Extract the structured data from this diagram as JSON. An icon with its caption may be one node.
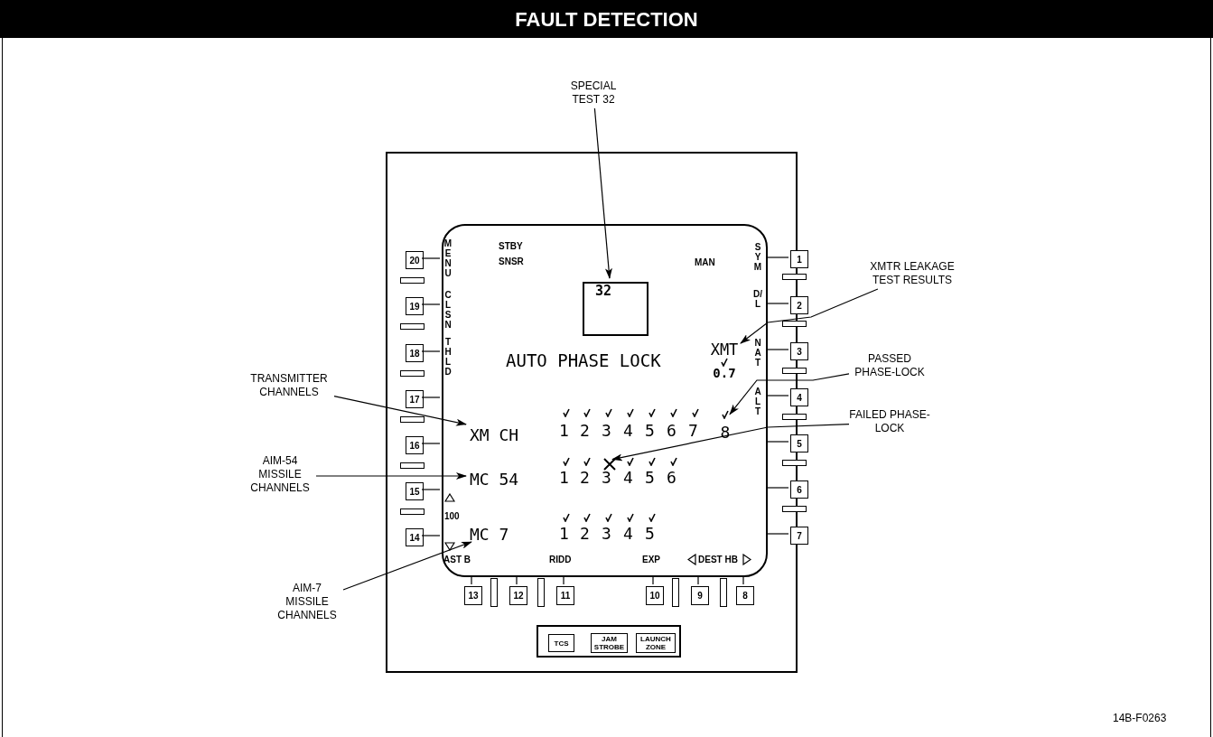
{
  "diagram": {
    "title": "FAULT DETECTION",
    "nodes": [
      {
        "text": [],
        "shape": "box"
      },
      {
        "text": [],
        "shape": "box",
        "in": 0
      },
      {
        "text": [
          "32"
        ],
        "in": 1
      },
      {
        "text": [
          "XMT",
          "0.7"
        ],
        "in": 1
      },
      {
        "text": [
          "XM CH"
        ],
        "in": 1
      },
      {
        "text": [
          "8"
        ],
        "in": 1
      },
      {
        "text": [],
        "shape": "cross",
        "in": 1
      },
      {
        "text": [
          "MC 54"
        ],
        "in": 1
      },
      {
        "text": [
          "MC 7"
        ],
        "in": 1
      },
      {
        "text": [
          "1"
        ],
        "in": 0
      },
      {
        "text": [
          "2"
        ],
        "in": 0
      },
      {
        "text": [
          "3"
        ],
        "in": 0
      },
      {
        "text": [
          "4"
        ],
        "in": 0
      },
      {
        "text": [
          "5"
        ],
        "in": 0
      },
      {
        "text": [
          "6"
        ],
        "in": 0
      },
      {
        "text": [
          "7"
        ],
        "in": 0
      },
      {
        "text": [
          "8"
        ],
        "in": 0
      },
      {
        "text": [
          "9"
        ],
        "in": 0
      },
      {
        "text": [
          "10"
        ],
        "in": 0
      },
      {
        "text": [
          "11"
        ],
        "in": 0
      },
      {
        "text": [
          "12"
        ],
        "in": 0
      },
      {
        "text": [
          "13"
        ],
        "in": 0
      },
      {
        "text": [
          "14"
        ],
        "in": 0
      },
      {
        "text": [
          "15"
        ],
        "in": 0
      },
      {
        "text": [
          "16"
        ],
        "in": 0
      },
      {
        "text": [
          "17"
        ],
        "in": 0
      },
      {
        "text": [
          "18"
        ],
        "in": 0
      },
      {
        "text": [
          "19"
        ],
        "in": 0
      },
      {
        "text": [
          "20"
        ],
        "in": 0
      },
      {
        "text": [],
        "shape": "box",
        "in": 0
      },
      {
        "text": [
          "TCS"
        ],
        "in": 29
      },
      {
        "text": [
          "JAM STROBE"
        ],
        "in": 29
      },
      {
        "text": [
          "LAUNCH ZONE"
        ],
        "in": 29
      },
      {
        "text": [
          "SPECIAL TEST 32"
        ]
      },
      {
        "text": [
          "XMTR LEAKAGE TEST RESULTS"
        ]
      },
      {
        "text": [
          "PASSED PHASE-LOCK"
        ]
      },
      {
        "text": [
          "FAILED PHASE-LOCK"
        ]
      },
      {
        "text": [
          "TRANSMITTER CHANNELS"
        ]
      },
      {
        "text": [
          "AIM-54 MISSILE CHANNELS"
        ]
      },
      {
        "text": [
          "AIM-7 MISSILE CHANNELS"
        ]
      }
    ],
    "edges": [
      {
        "from": 33,
        "to": 2,
        "arrow": "to"
      },
      {
        "from": 34,
        "to": 3,
        "arrow": "to"
      },
      {
        "from": 35,
        "to": 5,
        "arrow": "to"
      },
      {
        "from": 36,
        "to": 6,
        "arrow": "to"
      },
      {
        "from": 37,
        "to": 4,
        "arrow": "to"
      },
      {
        "from": 38,
        "to": 7,
        "arrow": "to"
      },
      {
        "from": 39,
        "to": 8,
        "arrow": "to"
      },
      {
        "from": 9,
        "to": 1,
        "arrow": "none"
      },
      {
        "from": 10,
        "to": 1,
        "arrow": "none"
      },
      {
        "from": 11,
        "to": 1,
        "arrow": "none"
      },
      {
        "from": 12,
        "to": 1,
        "arrow": "none"
      },
      {
        "from": 13,
        "to": 1,
        "arrow": "none"
      },
      {
        "from": 14,
        "to": 1,
        "arrow": "none"
      },
      {
        "from": 15,
        "to": 1,
        "arrow": "none"
      },
      {
        "from": 16,
        "to": 1,
        "arrow": "none"
      },
      {
        "from": 17,
        "to": 1,
        "arrow": "none"
      },
      {
        "from": 18,
        "to": 1,
        "arrow": "none"
      },
      {
        "from": 19,
        "to": 1,
        "arrow": "none"
      },
      {
        "from": 20,
        "to": 1,
        "arrow": "none"
      },
      {
        "from": 21,
        "to": 1,
        "arrow": "none"
      },
      {
        "from": 22,
        "to": 1,
        "arrow": "none"
      },
      {
        "from": 23,
        "to": 1,
        "arrow": "none"
      },
      {
        "from": 24,
        "to": 1,
        "arrow": "none"
      },
      {
        "from": 25,
        "to": 1,
        "arrow": "none"
      },
      {
        "from": 26,
        "to": 1,
        "arrow": "none"
      },
      {
        "from": 27,
        "to": 1,
        "arrow": "none"
      },
      {
        "from": 28,
        "to": 1,
        "arrow": "none"
      }
    ],
    "labels": [
      "STBY SNSR",
      "MAN",
      "MENU",
      "CLSN",
      "THLD",
      "SYM",
      "D/L",
      "NAT",
      "ALT",
      "AUTO PHASE LOCK",
      "1",
      "2",
      "3",
      "4",
      "5",
      "6",
      "7",
      "1",
      "2",
      "3",
      "4",
      "5",
      "6",
      "1",
      "2",
      "3",
      "4",
      "5",
      "100",
      "AST B",
      "RIDD",
      "EXP",
      "DEST HB",
      "14B-F0263"
    ]
  }
}
